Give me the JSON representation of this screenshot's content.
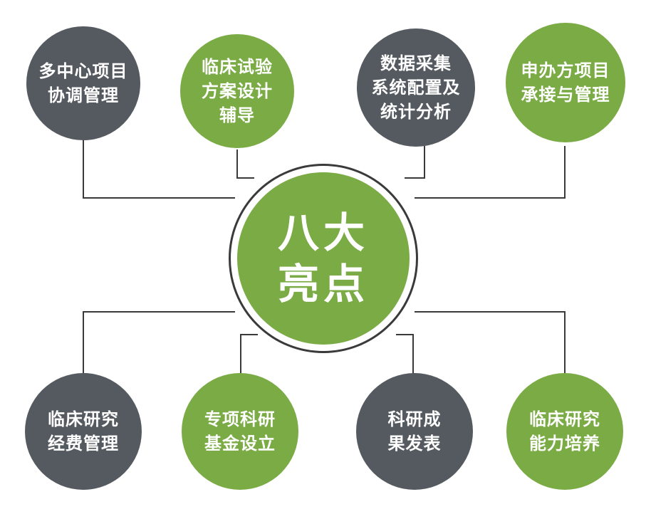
{
  "center": {
    "line1": "八大",
    "line2": "亮点"
  },
  "nodes": [
    {
      "lines": [
        "多中心项目",
        "协调管理"
      ],
      "color": "dark"
    },
    {
      "lines": [
        "临床试验",
        "方案设计",
        "辅导"
      ],
      "color": "green"
    },
    {
      "lines": [
        "数据采集",
        "系统配置及",
        "统计分析"
      ],
      "color": "dark"
    },
    {
      "lines": [
        "申办方项目",
        "承接与管理"
      ],
      "color": "green"
    },
    {
      "lines": [
        "临床研究",
        "经费管理"
      ],
      "color": "dark"
    },
    {
      "lines": [
        "专项科研",
        "基金设立"
      ],
      "color": "green"
    },
    {
      "lines": [
        "科研成",
        "果发表"
      ],
      "color": "dark"
    },
    {
      "lines": [
        "临床研究",
        "能力培养"
      ],
      "color": "green"
    }
  ],
  "colors": {
    "green": "#7aab44",
    "dark": "#545a60",
    "line": "#3a3a3a"
  }
}
